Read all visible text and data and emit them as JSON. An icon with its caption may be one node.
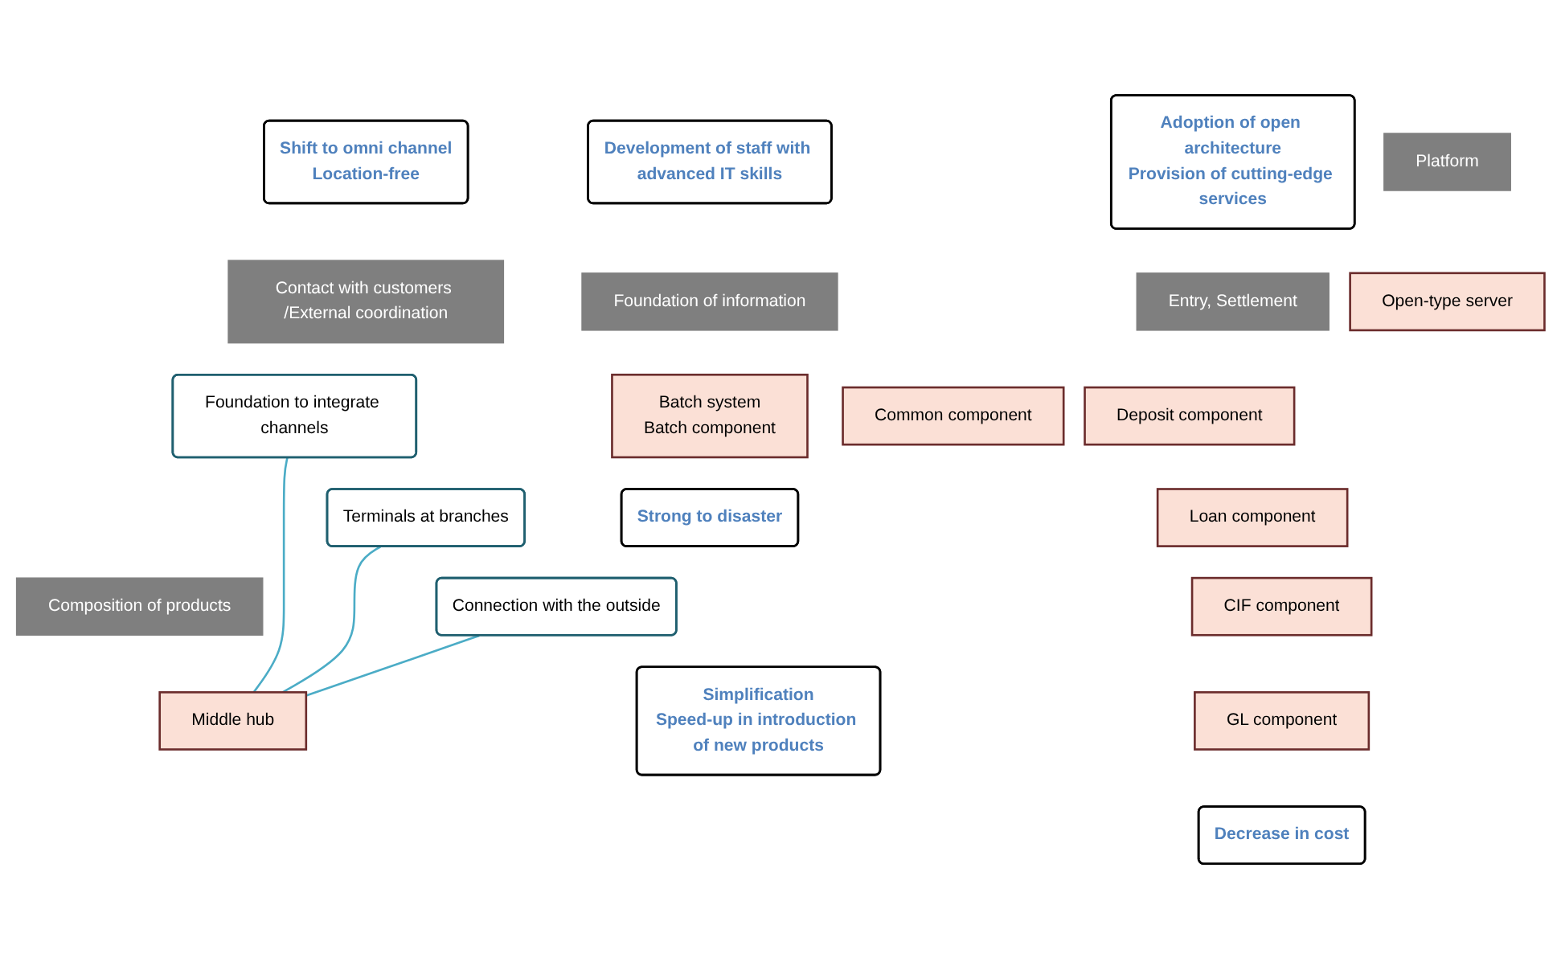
{
  "diagram": {
    "nodes": [
      {
        "text": [
          "Shift to omni channel",
          "Location-free"
        ]
      },
      {
        "text": [
          "Adoption of open architecture",
          "Provision of cutting-edge services"
        ]
      },
      {
        "text": [
          "Development of staff with advanced IT skills"
        ]
      },
      {
        "text": [
          "Contact with customers /External coordination"
        ]
      },
      {
        "text": [
          "Composition of products"
        ]
      },
      {
        "text": [
          "Entry, Settlement"
        ]
      },
      {
        "text": [
          "Foundation of information"
        ]
      },
      {
        "text": [
          "Platform"
        ]
      },
      {
        "text": [
          "Foundation to integrate channels"
        ]
      },
      {
        "text": [
          "Terminals at branches"
        ]
      },
      {
        "text": [
          "Connection with the outside"
        ]
      },
      {
        "text": [
          "Middle hub"
        ]
      },
      {
        "text": [
          "Common component"
        ]
      },
      {
        "text": [
          "Deposit component"
        ]
      },
      {
        "text": [
          "Loan component"
        ]
      },
      {
        "text": [
          "CIF component"
        ]
      },
      {
        "text": [
          "GL component"
        ]
      },
      {
        "text": [
          "Batch system",
          "Batch component"
        ]
      },
      {
        "text": [
          "Open-type server"
        ]
      },
      {
        "text": [
          "Simplification",
          "Speed-up in introduction of new products"
        ]
      },
      {
        "text": [
          "Decrease in cost"
        ]
      },
      {
        "text": [
          "Strong to disaster"
        ]
      }
    ],
    "edges": [
      {
        "from": 8,
        "to": 11,
        "arrow": "none",
        "color": "#4bacc6"
      },
      {
        "from": 9,
        "to": 11,
        "arrow": "none",
        "color": "#4bacc6"
      },
      {
        "from": 10,
        "to": 11,
        "arrow": "none",
        "color": "#4bacc6"
      }
    ]
  }
}
